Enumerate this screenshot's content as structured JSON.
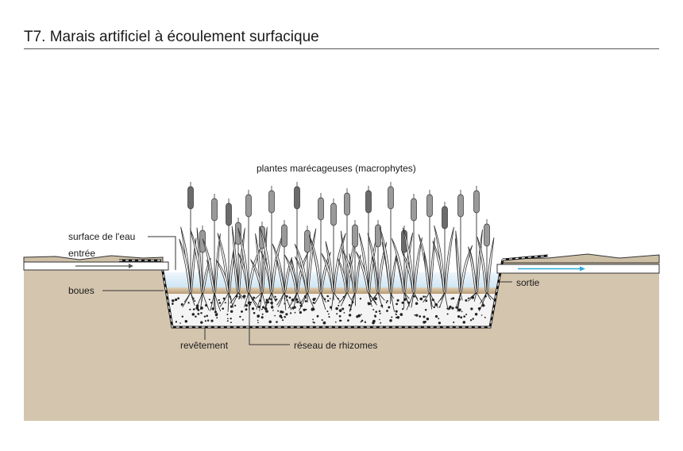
{
  "title": "T7. Marais artificiel à écoulement surfacique",
  "labels": {
    "plants": "plantes marécageuses  (macrophytes)",
    "water_surface": "surface de l'eau",
    "inlet": "entrée",
    "sludge": "boues",
    "outlet": "sortie",
    "liner": "revêtement",
    "rhizomes": "réseau de rhizomes"
  },
  "colors": {
    "soil": "#d4c5ae",
    "water": "#d6eaf5",
    "sludge_layer": "#c2a47e",
    "gravel": "#f4f4f4",
    "flow_arrow": "#2aa9d9",
    "plant_stroke": "#333333",
    "cattail_head": "#9a9a9a",
    "cattail_head_dark": "#6b6b6b"
  },
  "icons": [
    "inlet-flow-arrow",
    "outlet-flow-arrow",
    "cattail-plant"
  ]
}
